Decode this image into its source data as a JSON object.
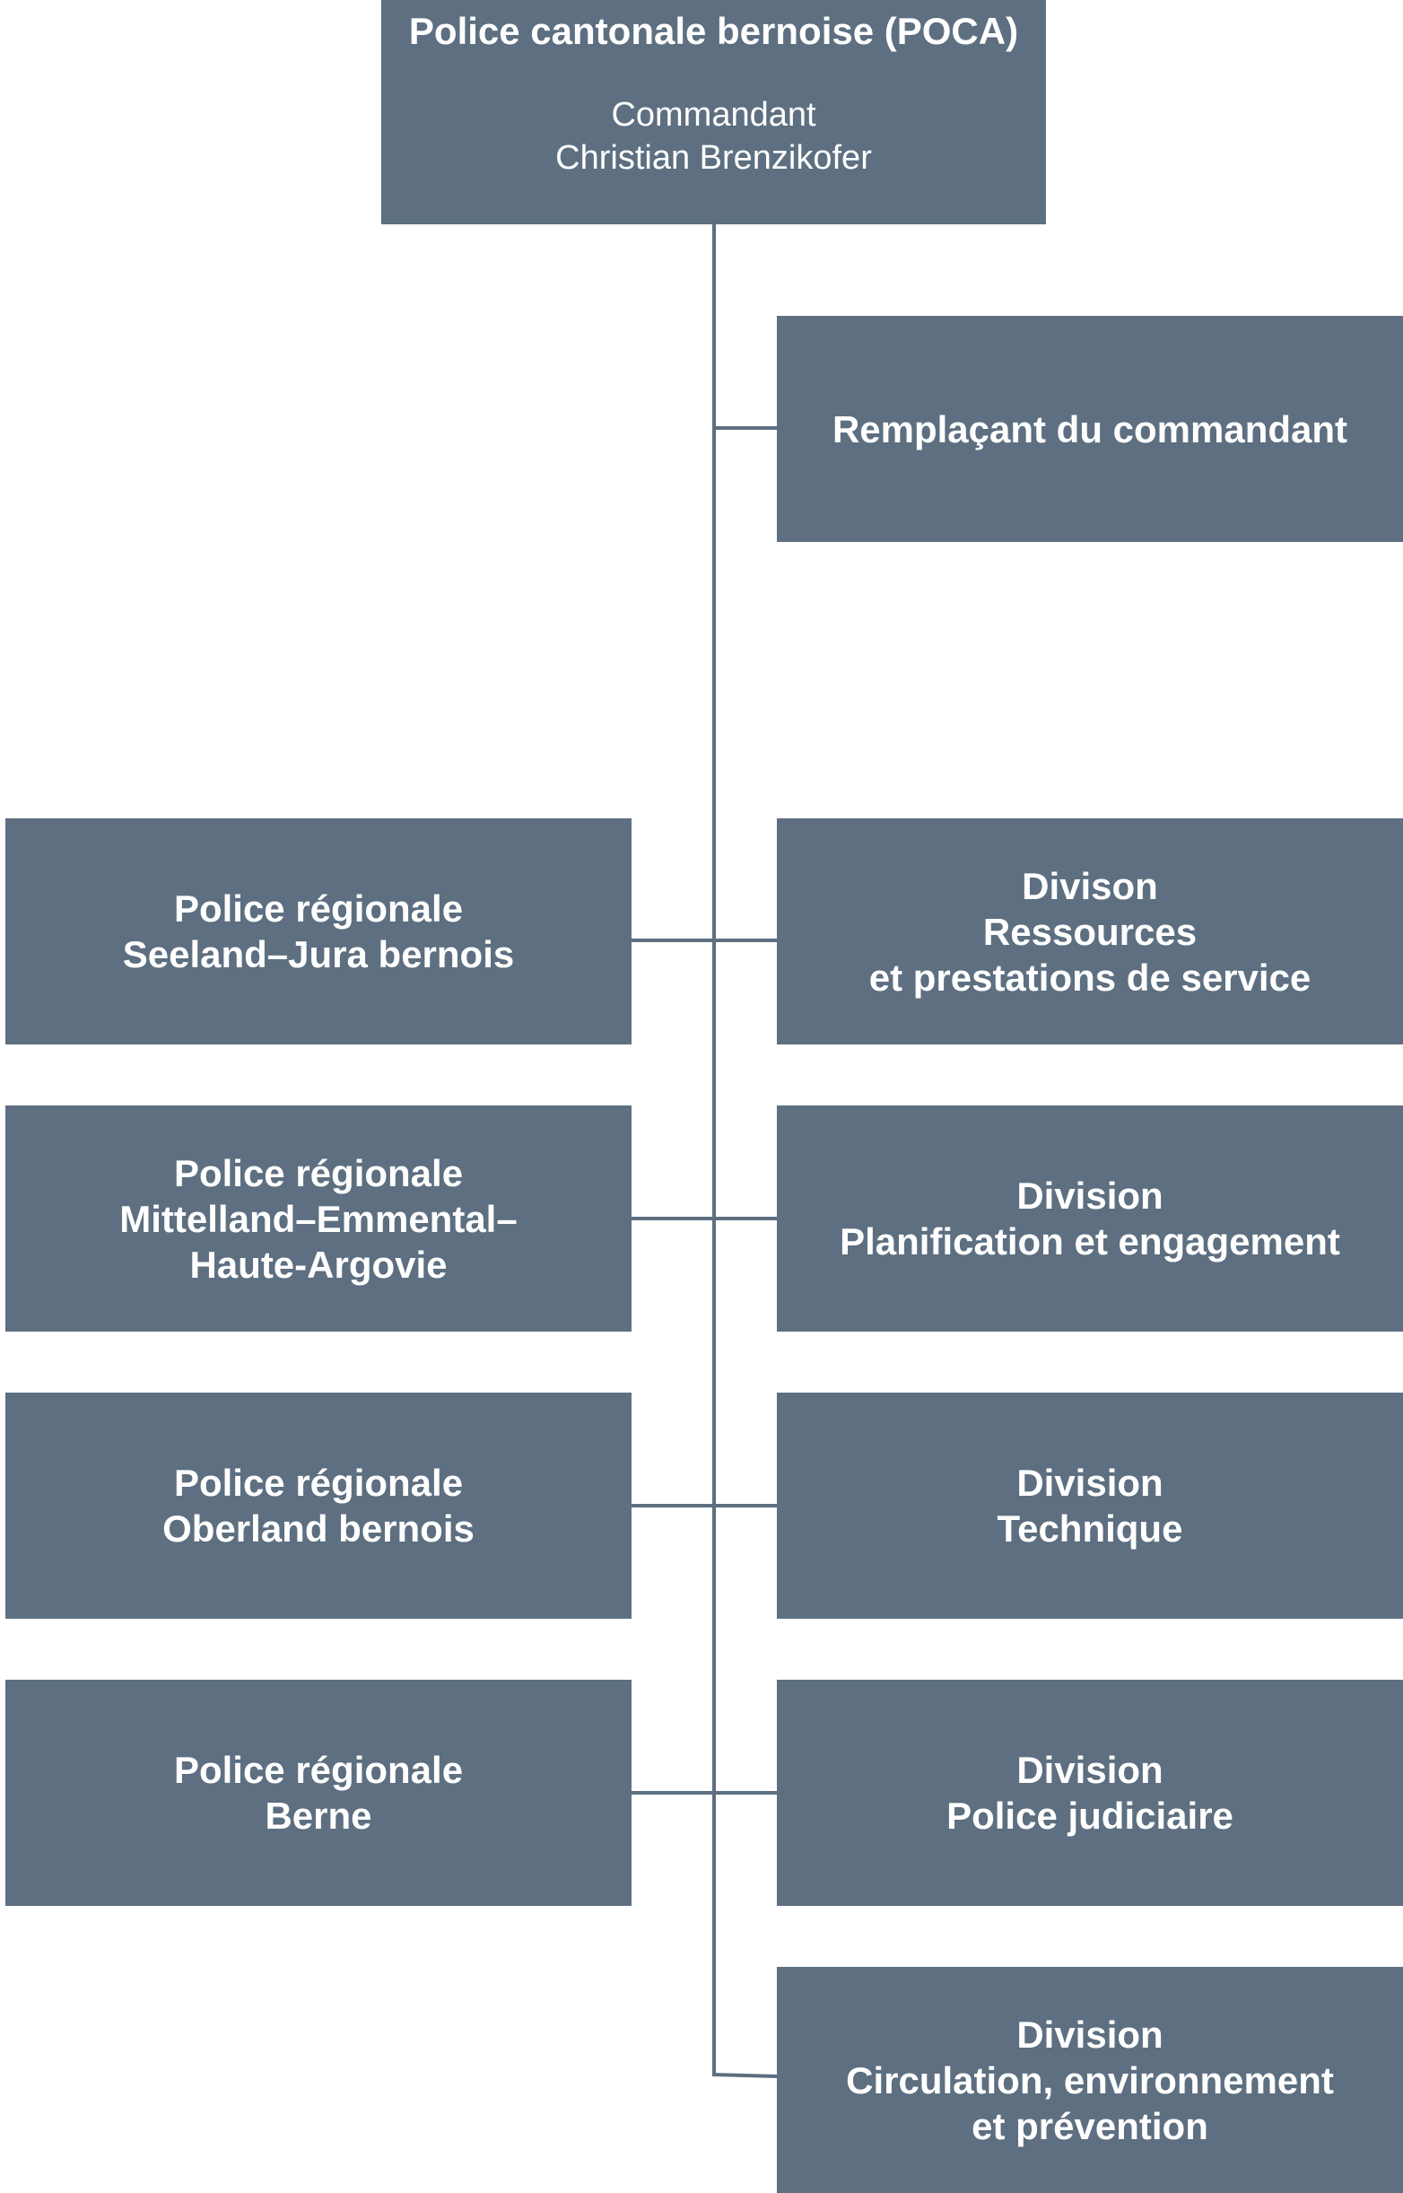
{
  "top": {
    "title": "Police cantonale bernoise (POCA)",
    "role": "Commandant",
    "person": "Christian Brenzikofer"
  },
  "deputy": {
    "lines": [
      "Remplaçant du commandant"
    ]
  },
  "regional": [
    {
      "lines": [
        "Police régionale",
        "Seeland–Jura bernois"
      ]
    },
    {
      "lines": [
        "Police régionale",
        "Mittelland–Emmental–",
        "Haute-Argovie"
      ]
    },
    {
      "lines": [
        "Police régionale",
        "Oberland bernois"
      ]
    },
    {
      "lines": [
        "Police régionale",
        "Berne"
      ]
    }
  ],
  "divisions": [
    {
      "lines": [
        "Divison",
        "Ressources",
        "et prestations de service"
      ]
    },
    {
      "lines": [
        "Division",
        "Planification et engagement"
      ]
    },
    {
      "lines": [
        "Division",
        "Technique"
      ]
    },
    {
      "lines": [
        "Division",
        "Police judiciaire"
      ]
    },
    {
      "lines": [
        "Division",
        "Circulation, environnement",
        "et prévention"
      ]
    }
  ],
  "colors": {
    "box": "#5d6f80",
    "line": "#5d6f80",
    "text": "#ffffff"
  }
}
